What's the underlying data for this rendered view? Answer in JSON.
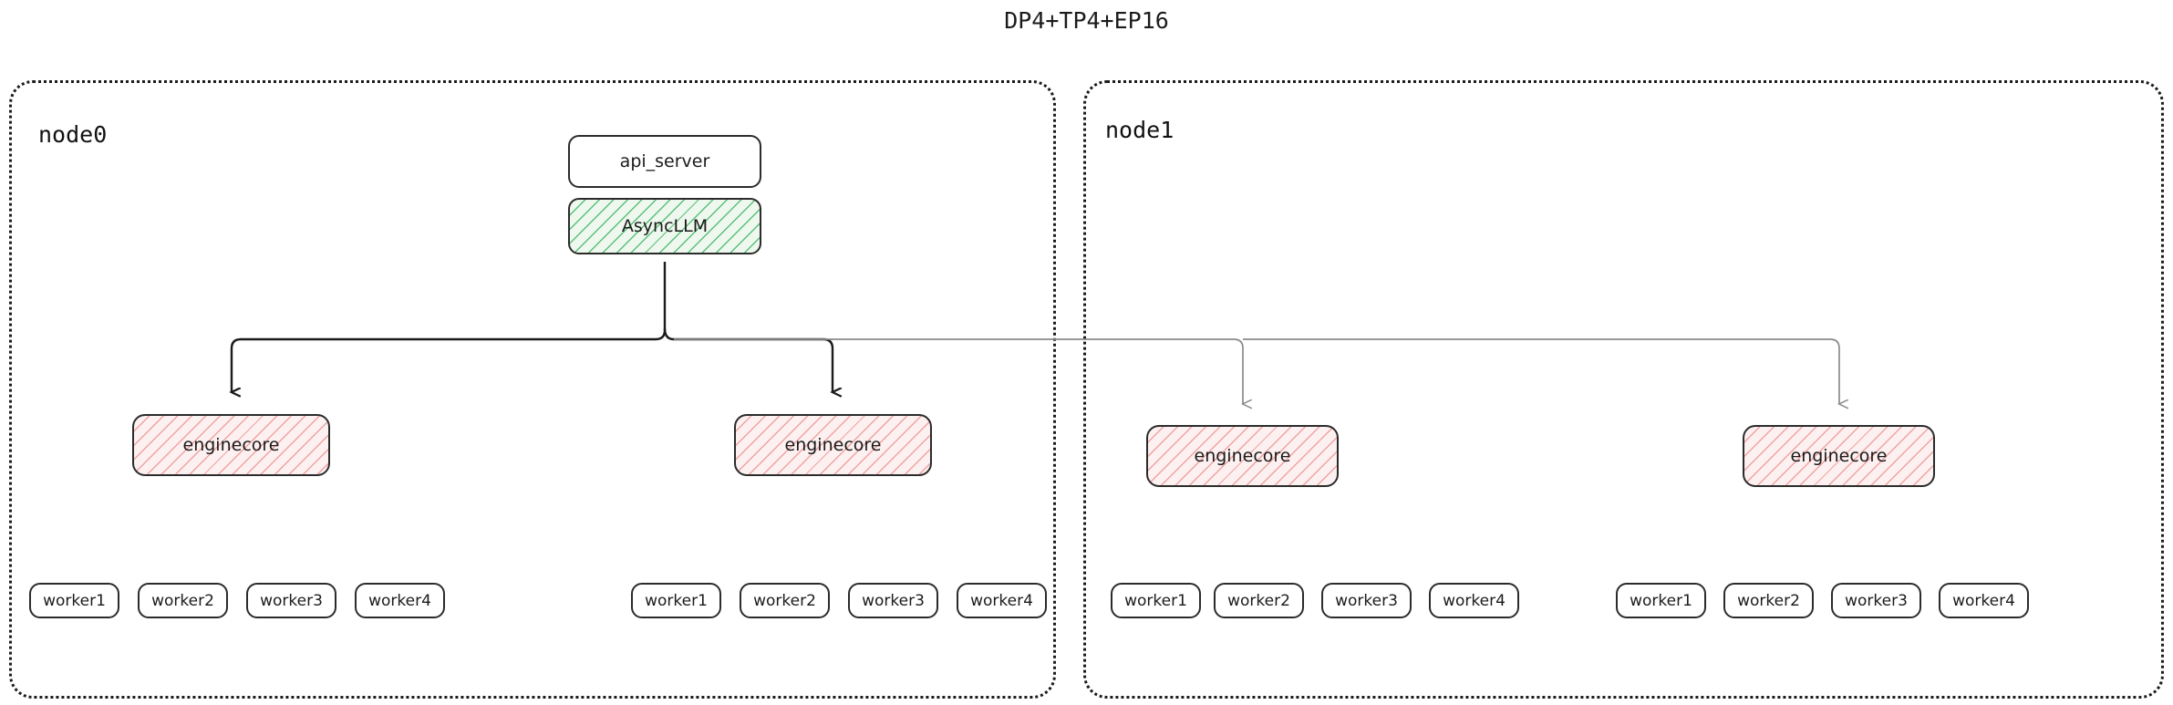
{
  "title": "DP4+TP4+EP16",
  "colors": {
    "stroke": "#2b2b2b",
    "node_border": "#1b1b1b",
    "async_hatch": "#59c07a",
    "engine_hatch": "#efa3a3",
    "edge_local": "#1b1b1b",
    "edge_remote": "#8a8a8a"
  },
  "nodes": [
    {
      "id": "node0",
      "label": "node0",
      "enginecores": [
        {
          "label": "enginecore",
          "workers": [
            {
              "label": "worker1"
            },
            {
              "label": "worker2"
            },
            {
              "label": "worker3"
            },
            {
              "label": "worker4"
            }
          ]
        },
        {
          "label": "enginecore",
          "workers": [
            {
              "label": "worker1"
            },
            {
              "label": "worker2"
            },
            {
              "label": "worker3"
            },
            {
              "label": "worker4"
            }
          ]
        }
      ]
    },
    {
      "id": "node1",
      "label": "node1",
      "enginecores": [
        {
          "label": "enginecore",
          "workers": [
            {
              "label": "worker1"
            },
            {
              "label": "worker2"
            },
            {
              "label": "worker3"
            },
            {
              "label": "worker4"
            }
          ]
        },
        {
          "label": "enginecore",
          "workers": [
            {
              "label": "worker1"
            },
            {
              "label": "worker2"
            },
            {
              "label": "worker3"
            },
            {
              "label": "worker4"
            }
          ]
        }
      ]
    }
  ],
  "frontend": {
    "api_server": "api_server",
    "async_llm": "AsyncLLM"
  }
}
